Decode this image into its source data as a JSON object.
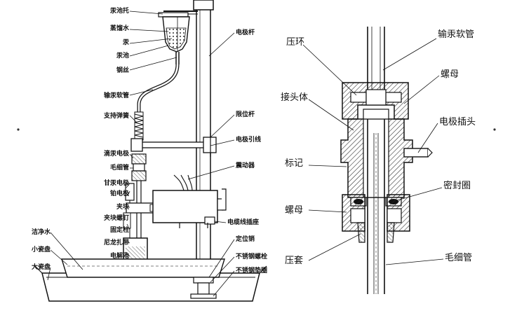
{
  "left_labels": {
    "mercury_reservoir_holder": "汞池托",
    "distilled_water": "蒸馏水",
    "mercury": "汞",
    "mercury_pool": "汞池",
    "steel_wire": "钢丝",
    "mercury_hose": "输汞软管",
    "support_spring": "支持弹簧",
    "dropping_mercury_electrode": "滴汞电极",
    "capillary": "毛细管",
    "calomel_electrode": "甘汞电极",
    "platinum_electrode": "铂电极",
    "clamp_block": "夹块",
    "clamp_screw": "夹块螺钉",
    "fixing_column": "固定柱",
    "nylon_strap": "尼龙扎带",
    "electrolytic_cell": "电解池",
    "clean_water": "洁净水",
    "small_porcelain_tray": "小瓷盘",
    "large_porcelain_tray": "大瓷盘",
    "electrode_rod": "电极杆",
    "limit_rod": "限位杆",
    "electrode_lead": "电极引线",
    "vibrator": "震动器",
    "cable_socket": "电缆线插座",
    "positioning_pin": "定位销",
    "stainless_bolt": "不锈钢螺栓",
    "stainless_washer": "不锈钢垫圈"
  },
  "right_labels": {
    "press_ring": "压环",
    "mercury_hose": "输汞软管",
    "nut_top": "螺母",
    "connector_body": "接头体",
    "electrode_plug": "电极插头",
    "mark": "标记",
    "seal_ring": "密封圈",
    "nut_bottom": "螺母",
    "press_sleeve": "压套",
    "capillary": "毛细管"
  }
}
